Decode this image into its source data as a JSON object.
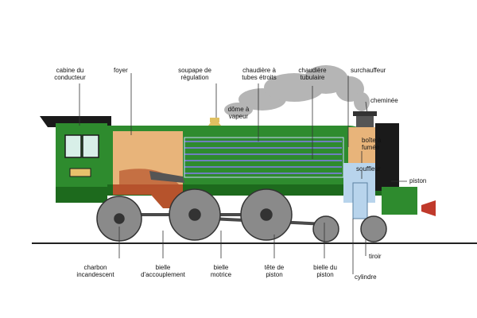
{
  "labels": {
    "cab": "cabine du\nconducteur",
    "firebox": "foyer",
    "regulator": "soupape de\nrégulation",
    "fire_tube_boiler": "chaudière à\ntubes étroits",
    "tubular_boiler": "chaudière\ntubulaire",
    "superheater": "surchauffeur",
    "chimney": "cheminée",
    "steam_dome": "dôme à\nvapeur",
    "smokebox": "boîte à\nfumée",
    "blower": "souffleur",
    "piston": "piston",
    "coal": "charbon\nincandescent",
    "coupling_rod": "bielle\nd'accouplement",
    "main_rod": "bielle\nmotrice",
    "crosshead": "tête de\npiston",
    "piston_rod": "bielle du\npiston",
    "slide_valve": "tiroir",
    "cylinder": "cylindre"
  },
  "colors": {
    "body_green": "#2e8b2e",
    "dark_green": "#1d6a1d",
    "boiler_orange": "#e8b47a",
    "coal_red": "#b6532c",
    "tube_blue": "#6f7fc0",
    "wheel_gray": "#8a8a8a",
    "black": "#1a1a1a",
    "steam_gray": "#9a9a9a",
    "buffer_red": "#c0392b",
    "cylinder_blue": "#b8d4ec"
  }
}
